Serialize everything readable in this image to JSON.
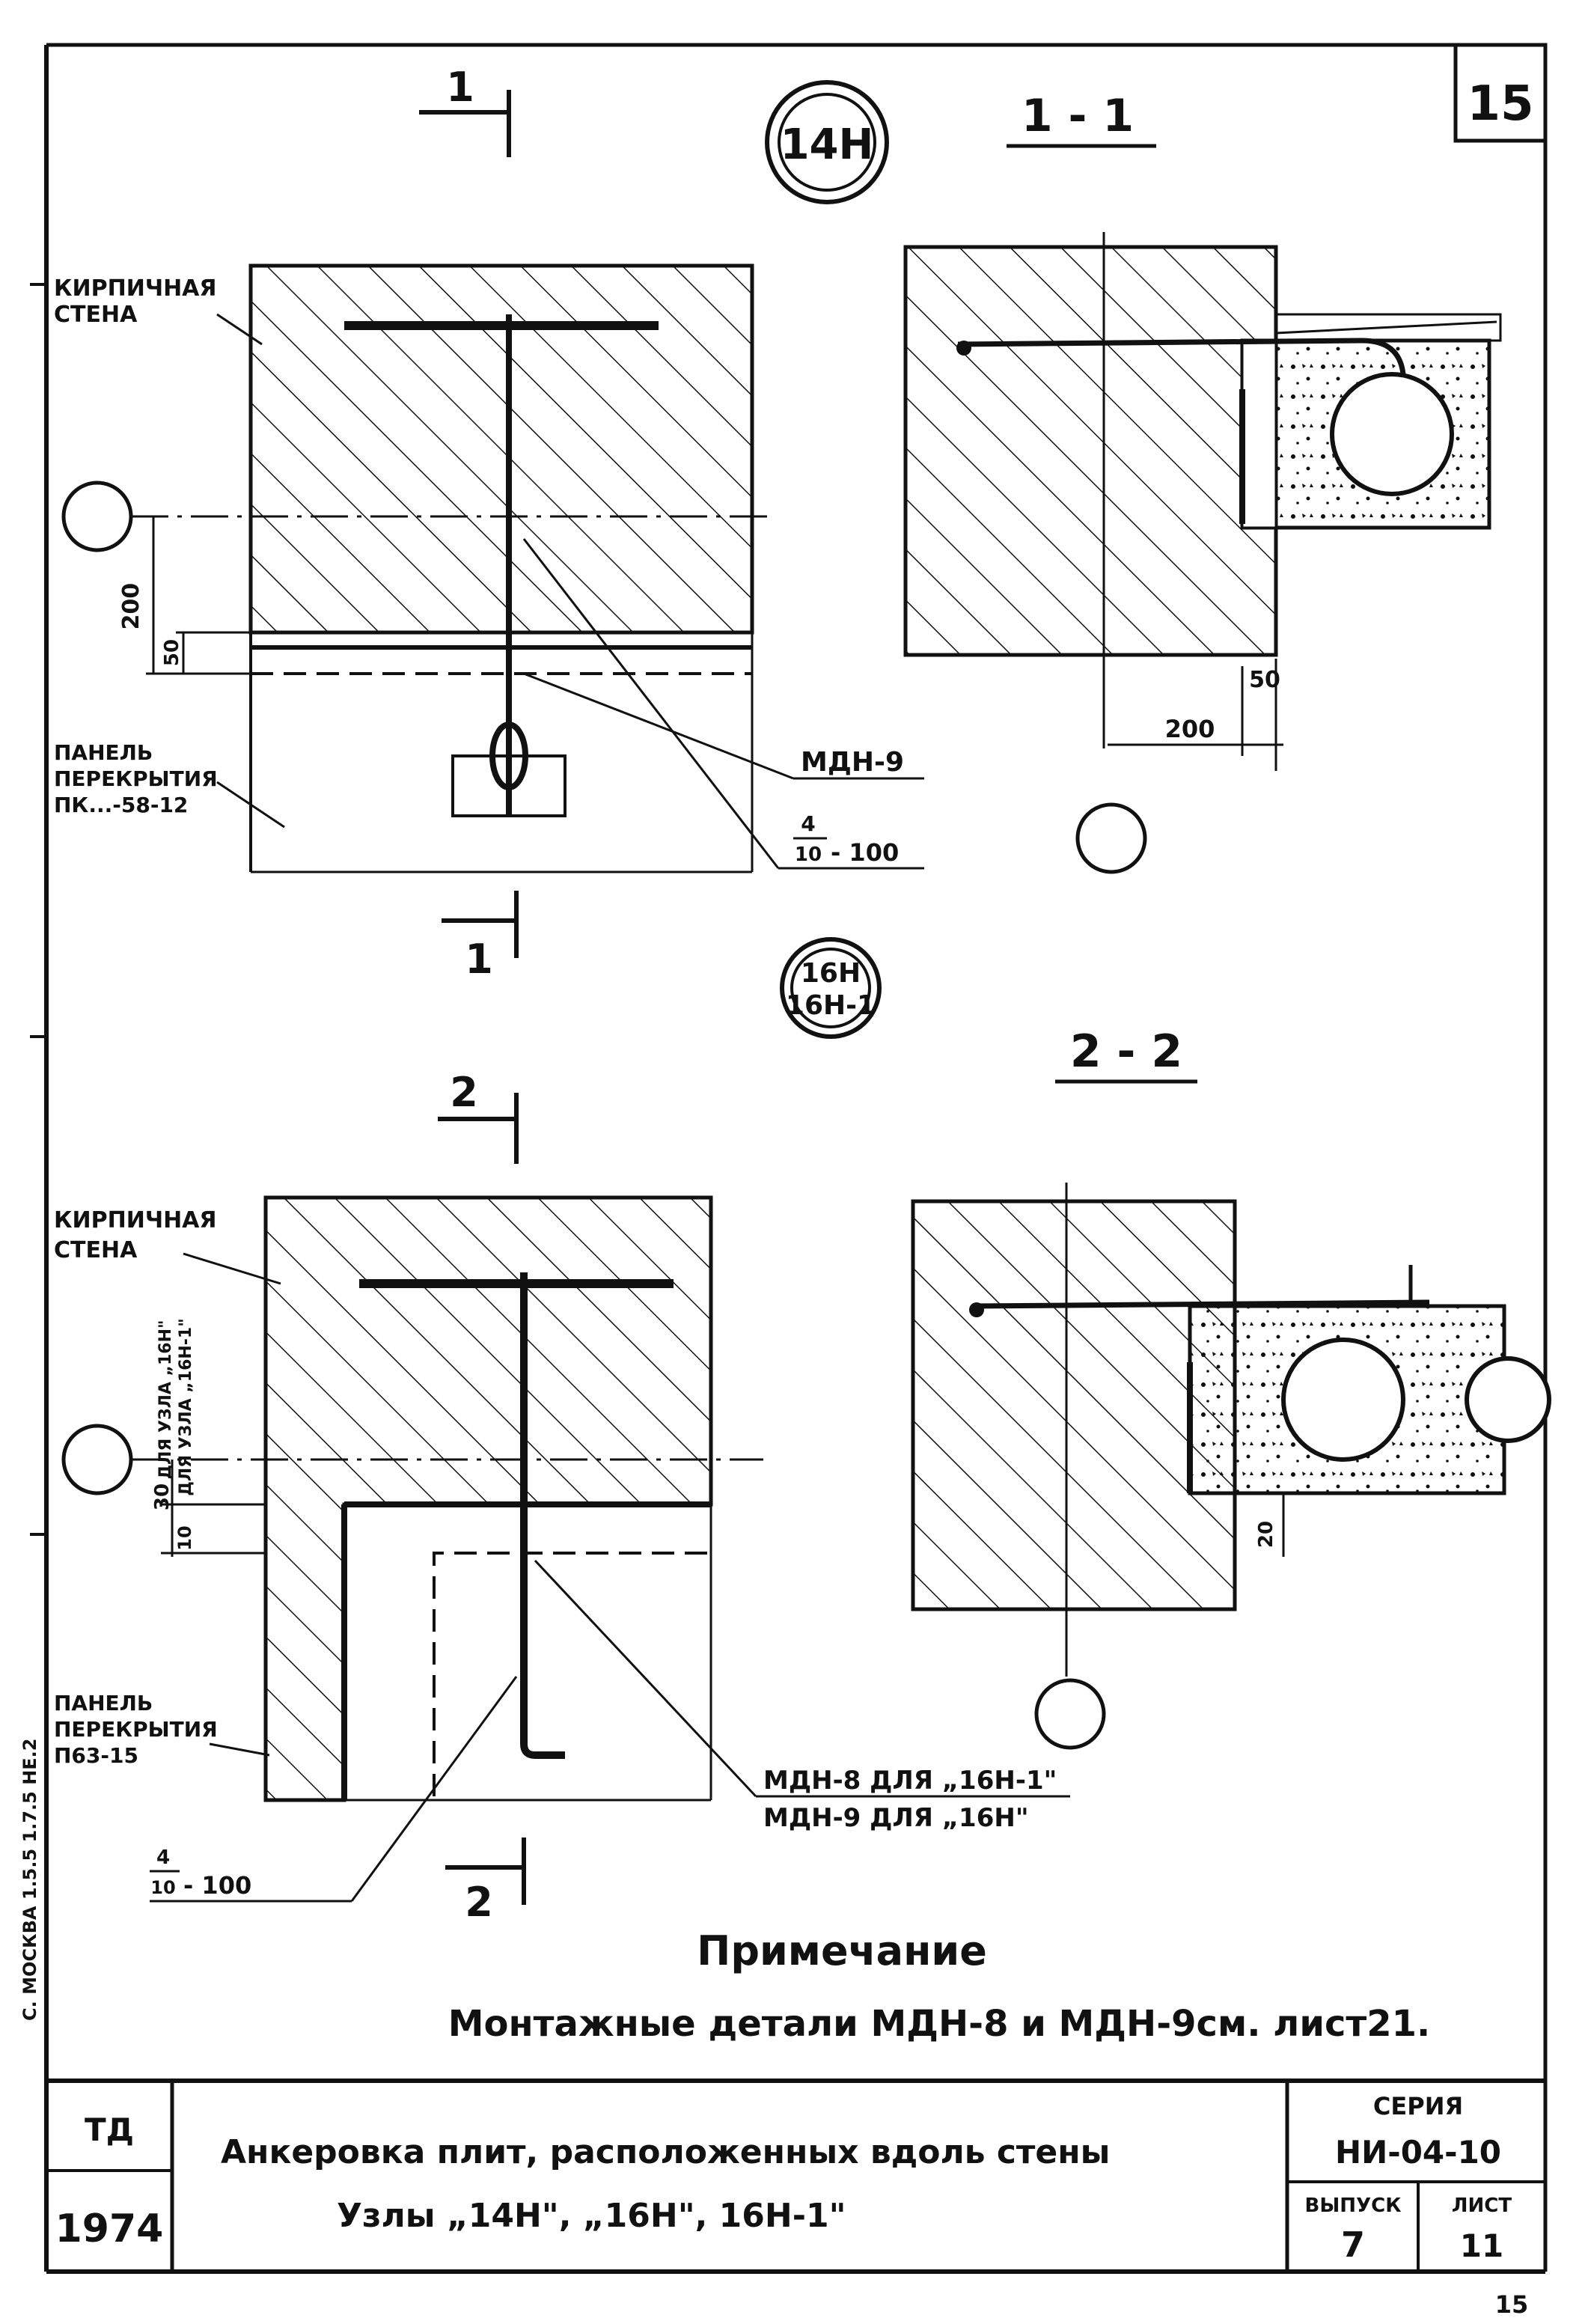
{
  "sheet_corner_number": "15",
  "bottom_page_mark": "15",
  "top_detail": {
    "node_marker": "14Н",
    "cut_label_top": "1",
    "cut_label_bottom": "1",
    "section_title": "1 - 1",
    "wall_label_1": "КИРПИЧНАЯ",
    "wall_label_2": "СТЕНА",
    "panel_label_1": "ПАНЕЛЬ",
    "panel_label_2": "ПЕРЕКРЫТИЯ",
    "panel_label_3": "ПК...-58-12",
    "dim_200": "200",
    "dim_50": "50",
    "anchor_label": "МДН-9",
    "weld_num": "4",
    "weld_den": "10",
    "weld_len": "- 100",
    "section_dim_50": "50",
    "section_dim_200": "200"
  },
  "bottom_detail": {
    "node_marker_1": "16Н",
    "node_marker_2": "16Н-1",
    "cut_label_top": "2",
    "cut_label_bottom": "2",
    "section_title": "2 - 2",
    "wall_label_1": "КИРПИЧНАЯ",
    "wall_label_2": "СТЕНА",
    "panel_label_1": "ПАНЕЛЬ",
    "panel_label_2": "ПЕРЕКРЫТИЯ",
    "panel_label_3": "П63-15",
    "dim_30": "30",
    "dim_30_note_1": "ДЛЯ УЗЛА „16Н\"",
    "dim_10": "10",
    "dim_10_note": "ДЛЯ УЗЛА „16Н-1\"",
    "anchor_label_1": "МДН-8 ДЛЯ „16Н-1\"",
    "anchor_label_2": "МДН-9 ДЛЯ „16Н\"",
    "weld_num": "4",
    "weld_den": "10",
    "weld_len": "- 100",
    "section_dim_20": "20"
  },
  "note": {
    "heading": "Примечание",
    "text": "Монтажные детали МДН-8 и МДН-9см. лист21."
  },
  "side_margin_text": "С. МОСКВА 1.5.5 1.7.5 НЕ.2",
  "title_block": {
    "org": "ТД",
    "year": "1974",
    "title_line1": "Анкеровка плит, расположенных вдоль стены",
    "title_line2": "Узлы „14Н\", „16Н\", 16Н-1\"",
    "series_label": "СЕРИЯ",
    "series_value": "НИ-04-10",
    "issue_label": "ВЫПУСК",
    "issue_value": "7",
    "sheet_label": "ЛИСТ",
    "sheet_value": "11"
  }
}
